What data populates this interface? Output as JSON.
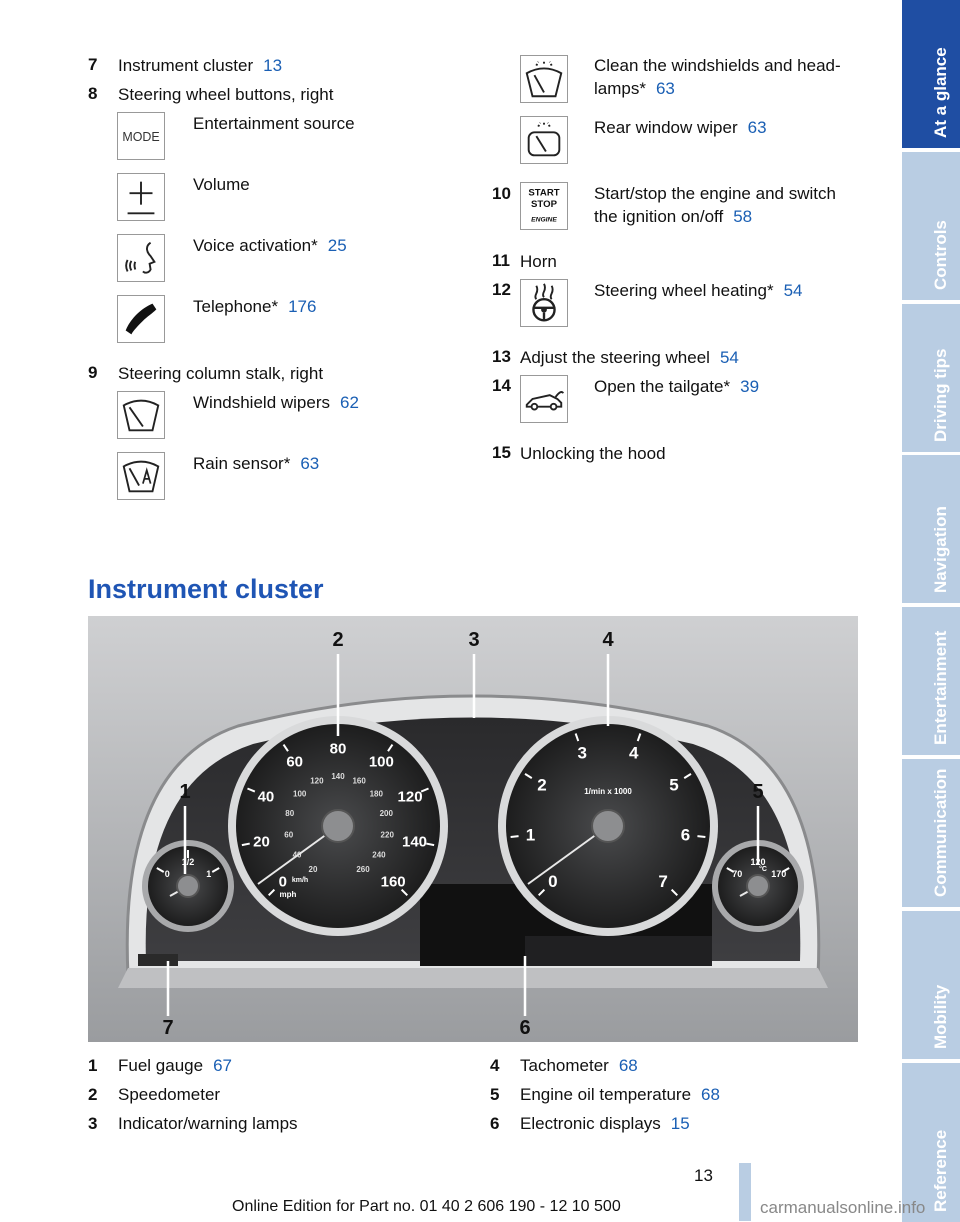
{
  "left_list": [
    {
      "num": "7",
      "label": "Instrument cluster",
      "ref": "13"
    },
    {
      "num": "8",
      "label": "Steering wheel buttons, right",
      "ref": ""
    }
  ],
  "steering_buttons": [
    {
      "label": "Entertainment source",
      "ref": "",
      "icon": "mode-icon",
      "icon_text": "MODE"
    },
    {
      "label": "Volume",
      "ref": "",
      "icon": "volume-plus-minus-icon"
    },
    {
      "label": "Voice activation*",
      "ref": "25",
      "icon": "voice-activation-icon"
    },
    {
      "label": "Telephone*",
      "ref": "176",
      "icon": "telephone-icon"
    }
  ],
  "item9": {
    "num": "9",
    "label": "Steering column stalk, right"
  },
  "stalk_items": [
    {
      "label": "Windshield wipers",
      "ref": "62",
      "icon": "windshield-wiper-icon"
    },
    {
      "label": "Rain sensor*",
      "ref": "63",
      "icon": "rain-sensor-icon"
    }
  ],
  "right_top": [
    {
      "label1": "Clean the windshields and head-",
      "label2": "lamps*",
      "ref": "63",
      "icon": "washer-icon"
    },
    {
      "label1": "Rear window wiper",
      "ref": "63",
      "icon": "rear-wiper-icon"
    }
  ],
  "item10": {
    "num": "10",
    "label1": "Start/stop the engine and switch",
    "label2": "the ignition on/off",
    "ref": "58",
    "icon_lines": [
      "START",
      "STOP",
      "ENGINE"
    ]
  },
  "item11": {
    "num": "11",
    "label": "Horn"
  },
  "item12": {
    "num": "12",
    "label": "Steering wheel heating*",
    "ref": "54",
    "icon": "steering-heating-icon"
  },
  "item13": {
    "num": "13",
    "label": "Adjust the steering wheel",
    "ref": "54"
  },
  "item14": {
    "num": "14",
    "label": "Open the tailgate*",
    "ref": "39",
    "icon": "tailgate-icon"
  },
  "item15": {
    "num": "15",
    "label": "Unlocking the hood"
  },
  "section_heading": "Instrument cluster",
  "callouts": [
    "1",
    "2",
    "3",
    "4",
    "5",
    "6",
    "7"
  ],
  "gauges": {
    "speed_kmh": [
      "0",
      "20",
      "40",
      "60",
      "80",
      "100",
      "120",
      "140",
      "160"
    ],
    "speed_mph_inner": [
      "20",
      "40",
      "60",
      "80",
      "100",
      "120",
      "140",
      "160",
      "180",
      "200",
      "220",
      "240",
      "260"
    ],
    "speed_unit_inner": "km/h",
    "speed_unit": "mph",
    "tach": [
      "0",
      "1",
      "2",
      "3",
      "4",
      "5",
      "6",
      "7"
    ],
    "tach_unit": "1/min x 1000",
    "fuel": [
      "0",
      "1/2",
      "1"
    ],
    "oil": [
      "70",
      "120",
      "170"
    ],
    "oil_unit": "°C"
  },
  "bottom_left": [
    {
      "num": "1",
      "label": "Fuel gauge",
      "ref": "67"
    },
    {
      "num": "2",
      "label": "Speedometer",
      "ref": ""
    },
    {
      "num": "3",
      "label": "Indicator/warning lamps",
      "ref": ""
    }
  ],
  "bottom_right": [
    {
      "num": "4",
      "label": "Tachometer",
      "ref": "68"
    },
    {
      "num": "5",
      "label": "Engine oil temperature",
      "ref": "68"
    },
    {
      "num": "6",
      "label": "Electronic displays",
      "ref": "15"
    }
  ],
  "page_number": "13",
  "footer": "Online Edition for Part no. 01 40 2 606 190 - 12 10 500",
  "watermark": "carmanualsonline.info",
  "side_tabs": [
    "At a glance",
    "Controls",
    "Driving tips",
    "Navigation",
    "Entertainment",
    "Communication",
    "Mobility",
    "Reference"
  ],
  "colors": {
    "accent": "#1f55b4",
    "tab_active": "#1f4ea3",
    "tab_inactive": "#b9cde3",
    "ref": "#1a5fb4"
  }
}
